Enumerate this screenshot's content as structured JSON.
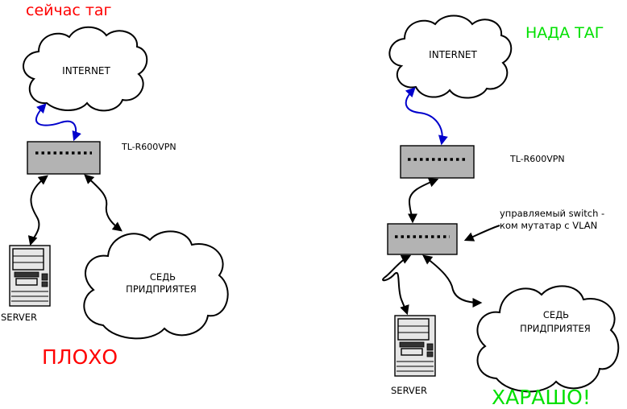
{
  "colors": {
    "red": "#ff0000",
    "green": "#00e000",
    "blue_link": "#0000cc",
    "black_link": "#000000",
    "router_fill": "#b3b3b3"
  },
  "left": {
    "heading": "сейчас таг",
    "internet": "INTERNET",
    "router": "TL-R600VPN",
    "network_line1": "СЕДЬ",
    "network_line2": "ПРИДПРИЯТЕЯ",
    "server": "SERVER",
    "verdict": "ПЛОХО"
  },
  "right": {
    "heading": "НАДА ТАГ",
    "internet": "INTERNET",
    "router": "TL-R600VPN",
    "switch_line1": "управляемый switch -",
    "switch_line2": "ком мутатар с VLAN",
    "network_line1": "СЕДЬ",
    "network_line2": "ПРИДПРИЯТЕЯ",
    "server": "SERVER",
    "verdict": "ХАРАШО!"
  }
}
